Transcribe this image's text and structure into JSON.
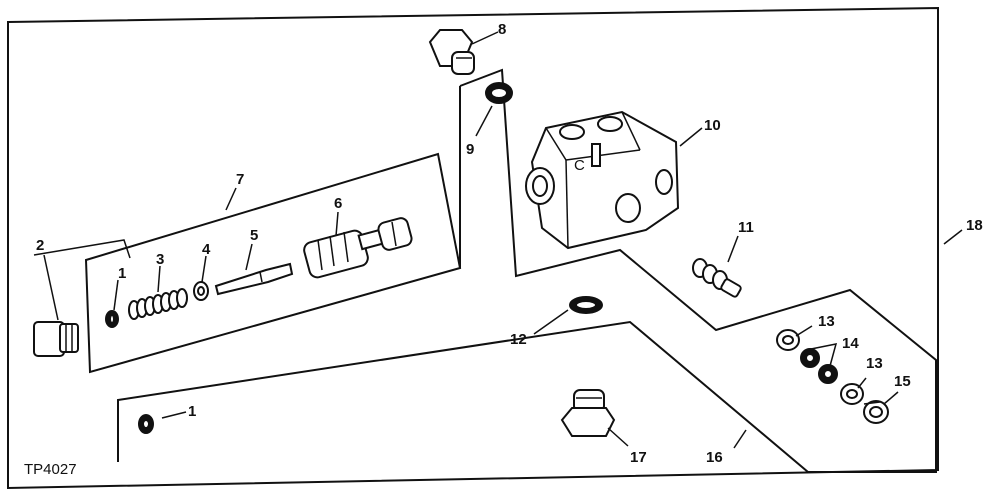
{
  "figure_id": "TP4027",
  "callouts": {
    "c1a": "1",
    "c1b": "1",
    "c2": "2",
    "c3": "3",
    "c4": "4",
    "c5": "5",
    "c6": "6",
    "c7": "7",
    "c8": "8",
    "c9": "9",
    "c10": "10",
    "c11": "11",
    "c12": "12",
    "c13a": "13",
    "c13b": "13",
    "c14": "14",
    "c15": "15",
    "c16": "16",
    "c17": "17",
    "c18": "18"
  }
}
